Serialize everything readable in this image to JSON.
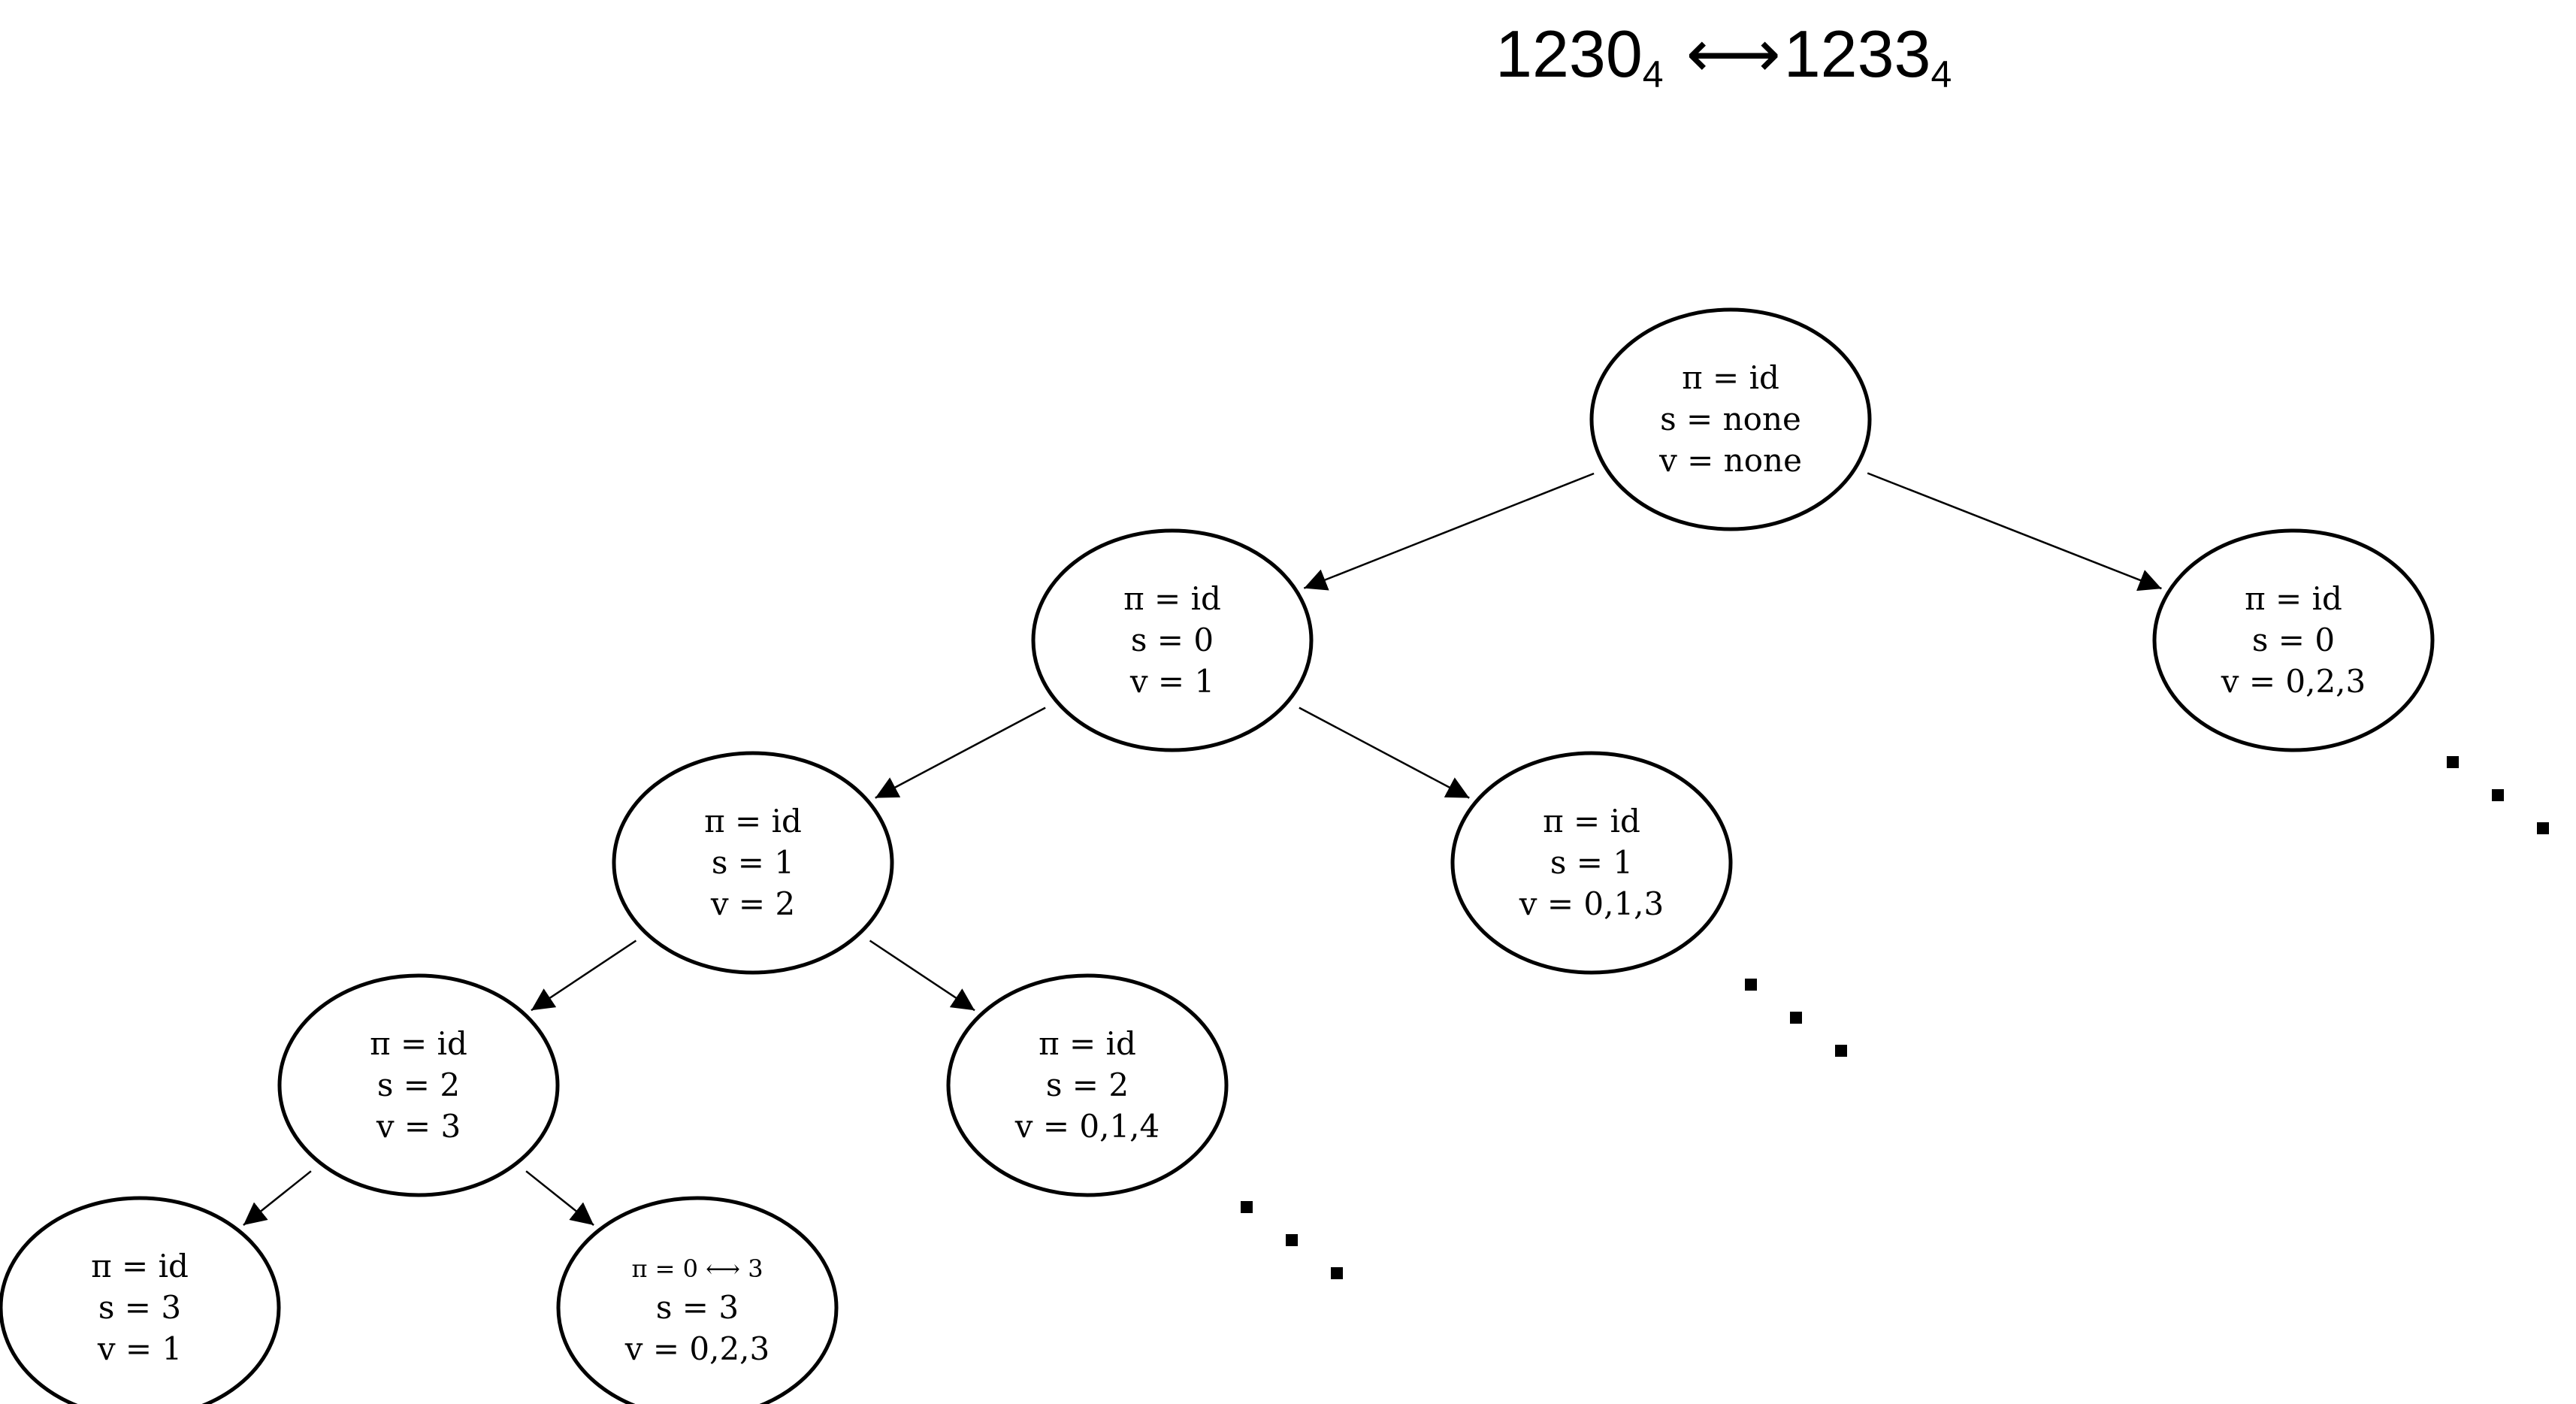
{
  "title": {
    "left_number": "1230",
    "left_base": "4",
    "arrow": "⟷",
    "right_number": "1233",
    "right_base": "4"
  },
  "nodes": [
    {
      "id": "root",
      "lines": [
        "π = id",
        "s = none",
        "v = none"
      ]
    },
    {
      "id": "n-s0-v1",
      "lines": [
        "π = id",
        "s = 0",
        "v = 1"
      ]
    },
    {
      "id": "n-s0-v023",
      "lines": [
        "π = id",
        "s = 0",
        "v = 0,2,3"
      ]
    },
    {
      "id": "n-s1-v2",
      "lines": [
        "π = id",
        "s = 1",
        "v = 2"
      ]
    },
    {
      "id": "n-s1-v013",
      "lines": [
        "π = id",
        "s = 1",
        "v = 0,1,3"
      ]
    },
    {
      "id": "n-s2-v3",
      "lines": [
        "π = id",
        "s = 2",
        "v = 3"
      ]
    },
    {
      "id": "n-s2-v014",
      "lines": [
        "π = id",
        "s = 2",
        "v = 0,1,4"
      ]
    },
    {
      "id": "n-s3-v1",
      "lines": [
        "π = id",
        "s = 3",
        "v = 1"
      ]
    },
    {
      "id": "n-s3-v023",
      "lines": [
        "π = 0 ⟷ 3",
        "s = 3",
        "v = 0,2,3"
      ]
    }
  ],
  "edges": [
    {
      "from": "root",
      "to": "n-s0-v1"
    },
    {
      "from": "root",
      "to": "n-s0-v023"
    },
    {
      "from": "n-s0-v1",
      "to": "n-s1-v2"
    },
    {
      "from": "n-s0-v1",
      "to": "n-s1-v013"
    },
    {
      "from": "n-s1-v2",
      "to": "n-s2-v3"
    },
    {
      "from": "n-s1-v2",
      "to": "n-s2-v014"
    },
    {
      "from": "n-s2-v3",
      "to": "n-s3-v1"
    },
    {
      "from": "n-s2-v3",
      "to": "n-s3-v023"
    }
  ],
  "continuations": [
    {
      "after": "n-s0-v023"
    },
    {
      "after": "n-s1-v013"
    },
    {
      "after": "n-s2-v014"
    }
  ]
}
